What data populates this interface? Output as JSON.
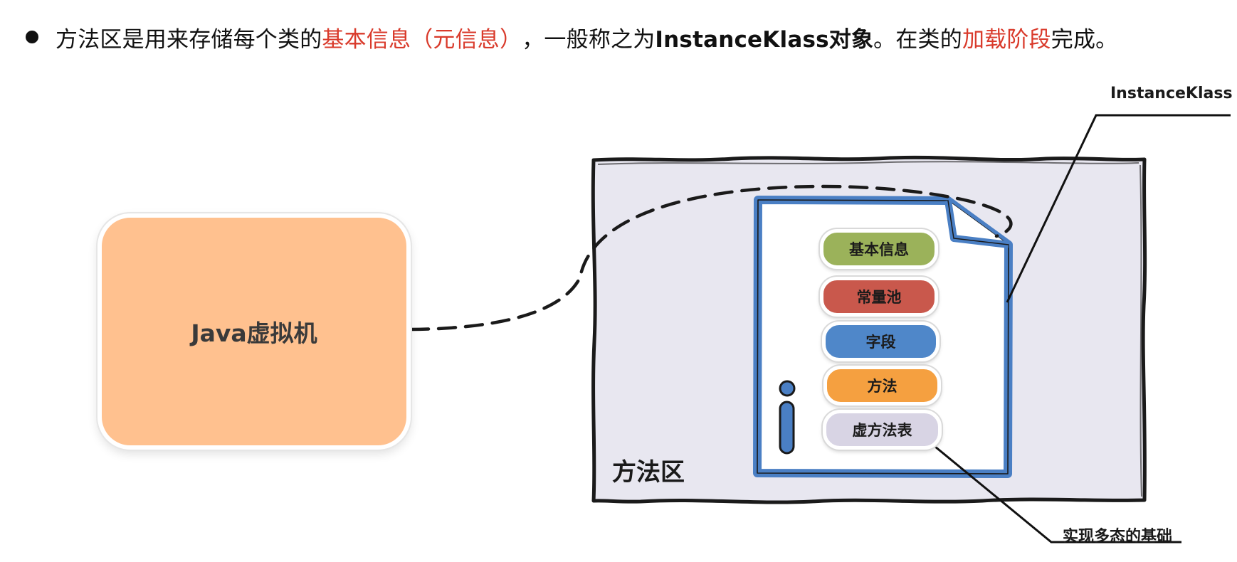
{
  "bullet": {
    "part1": "方法区是用来存储每个类的",
    "highlight1": "基本信息（元信息）",
    "part2": "，一般称之为",
    "bold1": "InstanceKlass对象",
    "part3": "。在类的",
    "highlight2": "加载阶段",
    "part4": "完成。"
  },
  "jvm_box": {
    "label": "Java虚拟机",
    "color": "#ffc18f"
  },
  "method_area": {
    "label": "方法区",
    "color": "#e8e7f0"
  },
  "document": {
    "callout": "InstanceKlass",
    "border_color": "#4a7fc4"
  },
  "items": [
    {
      "label": "基本信息",
      "color": "#9bb25a"
    },
    {
      "label": "常量池",
      "color": "#c9584c"
    },
    {
      "label": "字段",
      "color": "#4f87c9"
    },
    {
      "label": "方法",
      "color": "#f5a040"
    },
    {
      "label": "虚方法表",
      "color": "#d8d4e4"
    }
  ],
  "vtable_callout": "实现多态的基础",
  "colors": {
    "highlight": "#d93a2b"
  }
}
